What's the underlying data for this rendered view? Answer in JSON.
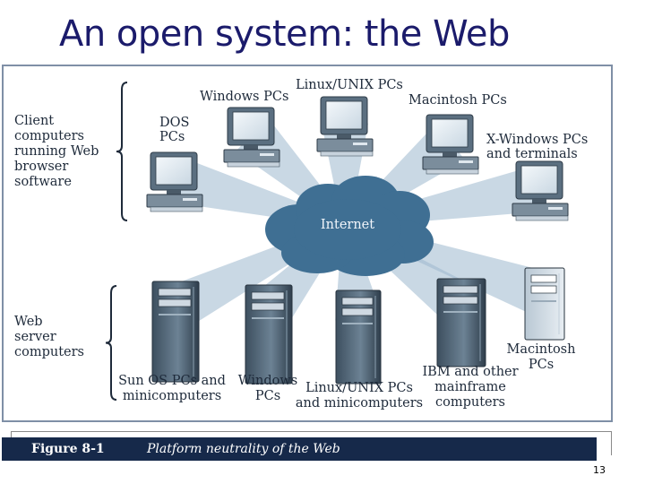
{
  "slide": {
    "title": "An open system: the Web",
    "number": "13"
  },
  "figure": {
    "caption_label": "Figure 8-1",
    "caption_text": "Platform neutrality of the Web",
    "cloud_label": "Internet",
    "client_group_label": [
      "Client",
      "computers",
      "running Web",
      "browser",
      "software"
    ],
    "server_group_label": [
      "Web",
      "server",
      "computers"
    ],
    "clients": [
      {
        "id": "dos",
        "label": [
          "DOS",
          "PCs"
        ]
      },
      {
        "id": "windows",
        "label": [
          "Windows PCs"
        ]
      },
      {
        "id": "linux",
        "label": [
          "Linux/UNIX PCs"
        ]
      },
      {
        "id": "macintosh",
        "label": [
          "Macintosh PCs"
        ]
      },
      {
        "id": "xwindows",
        "label": [
          "X-Windows PCs",
          "and terminals"
        ]
      }
    ],
    "servers": [
      {
        "id": "sunos",
        "label": [
          "Sun OS PCs and",
          "minicomputers"
        ]
      },
      {
        "id": "windows",
        "label": [
          "Windows",
          "PCs"
        ]
      },
      {
        "id": "linux",
        "label": [
          "Linux/UNIX PCs",
          "and minicomputers"
        ]
      },
      {
        "id": "ibm",
        "label": [
          "IBM and other",
          "mainframe",
          "computers"
        ]
      },
      {
        "id": "macintosh",
        "label": [
          "Macintosh",
          "PCs"
        ]
      }
    ],
    "colors": {
      "cloud": "#3f6f93",
      "rays": "#9db8ce",
      "device": "#5b6f80",
      "screen": "#e9eff5"
    }
  }
}
